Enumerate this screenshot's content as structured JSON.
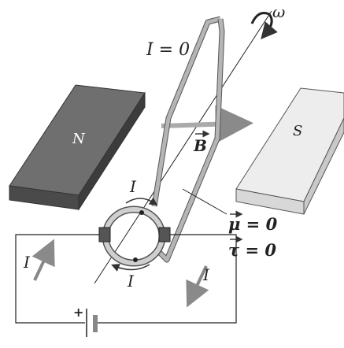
{
  "labels": {
    "current_zero": "I = 0",
    "omega": "ω",
    "north": "N",
    "south": "S",
    "field": "B",
    "mu_zero": "μ = 0",
    "tau_zero": "τ = 0",
    "current": "I",
    "battery_plus": "+"
  },
  "colors": {
    "magnet_north": "#5e5e5e",
    "magnet_north_top": "#7a7a7a",
    "magnet_south": "#e8e8e8",
    "magnet_south_top": "#f4f4f4",
    "loop": "#a8a8a8",
    "wire": "#222222",
    "arrow_gray": "#9a9a9a"
  }
}
